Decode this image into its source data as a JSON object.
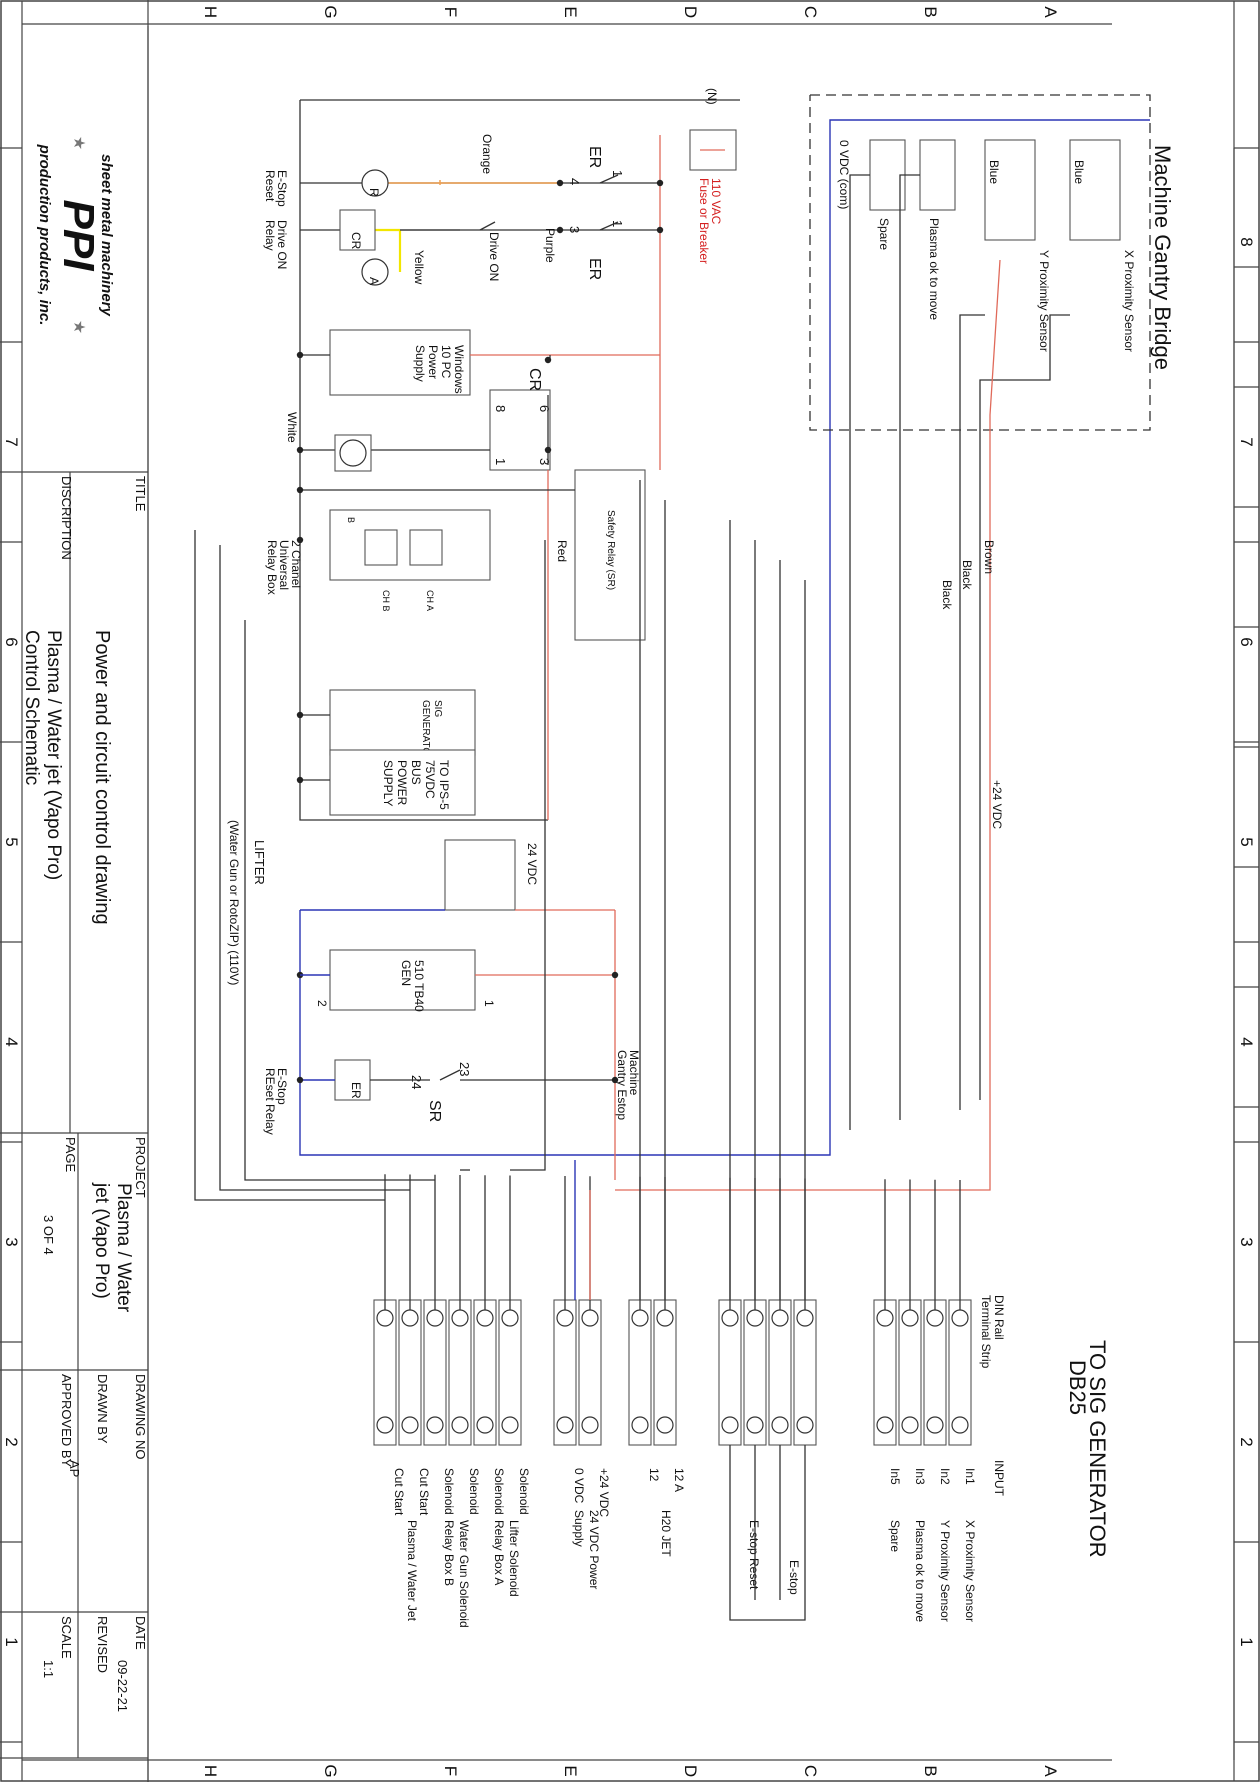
{
  "border": {
    "columns": [
      "1",
      "2",
      "3",
      "4",
      "5",
      "6",
      "7",
      "8"
    ],
    "rows": [
      "A",
      "B",
      "C",
      "D",
      "E",
      "F",
      "G",
      "H"
    ]
  },
  "title_block": {
    "company_line1": "sheet metal machinery",
    "company_logo": "PPI",
    "company_line2": "production products, inc.",
    "title_label": "TITLE",
    "title_value": "Power and circuit control drawing",
    "description_label": "DISCRIPTION",
    "description_line1": "Plasma / Water jet (Vapo Pro)",
    "description_line2": "Control Schematic",
    "project_label": "PROJECT",
    "project_line1": "Plasma / Water",
    "project_line2": "jet (Vapo Pro)",
    "page_label": "PAGE",
    "page_value": "3 OF 4",
    "drawing_no_label": "DRAWING NO",
    "drawn_by_label": "DRAWN BY",
    "drawn_by_value": "AP",
    "approved_by_label": "APPROVED BY",
    "date_label": "DATE",
    "date_value": "09-22-21",
    "revised_label": "REVISED",
    "scale_label": "SCALE",
    "scale_value": "1:1"
  },
  "schematic": {
    "neutral": "(N)",
    "fuse_line1": "110 VAC",
    "fuse_line2": "Fuse or Breaker",
    "er": "ER",
    "cr": "CR",
    "sr": "SR",
    "pins": {
      "p1": "1",
      "p2": "2",
      "p3": "3",
      "p4": "4",
      "p6": "6",
      "p8": "8",
      "p23": "23",
      "p24": "24"
    },
    "wires": {
      "orange": "Orange",
      "yellow": "Yellow",
      "purple": "Purple",
      "white": "White",
      "red": "Red",
      "brown": "Brown",
      "black": "Black",
      "blue": "Blue",
      "vdc24": "+24 VDC",
      "vdc0com": "0 VDC (com)"
    },
    "estop_reset_line1": "E-Stop",
    "estop_reset_line2": "Reset",
    "drive_on_relay_line1": "Drive ON",
    "drive_on_relay_line2": "Relay",
    "drive_on": "Drive ON",
    "lamp_r": "R",
    "lamp_a": "A",
    "windows_pc_line1": "Windows",
    "windows_pc_line2": "10 PC",
    "windows_pc_line3": "Power",
    "windows_pc_line4": "Supply",
    "relay_box_line1": "2 Chanel",
    "relay_box_line2": "Universal",
    "relay_box_line3": "Relay Box",
    "ch_a": "CH A",
    "ch_b": "CH B",
    "relay_b": "B",
    "safety_relay": "Safety Relay (SR)",
    "sig_gen_line1": "SIG",
    "sig_gen_line2": "GENERATOR",
    "ips_line1": "TO IPS-5",
    "ips_line2": "75VDC",
    "ips_line3": "BUS",
    "ips_line4": "POWER",
    "ips_line5": "SUPPLY",
    "psu24": "24 VDC",
    "tb40_line1": "510 TB40",
    "tb40_line2": "GEN",
    "gantry_estop_line1": "Machine",
    "gantry_estop_line2": "Gantry Estop",
    "estop_reset_relay_line1": "E-Stop",
    "estop_reset_relay_line2": "REset Relay",
    "lifter": "LIFTER",
    "lifter_sub": "(Water Gun or RotoZIP) (110V)",
    "gantry_title": "Machine Gantry Bridge",
    "x_sensor": "X Proximity Sensor",
    "y_sensor": "Y Proximity Sensor",
    "plasma_ok": "Plasma ok to move",
    "spare": "Spare"
  },
  "terminal": {
    "heading_line1": "TO SIG GENERATOR",
    "heading_line2": "DB25",
    "din_line1": "DIN Rail",
    "din_line2": "Terminal Strip",
    "input_label": "INPUT",
    "inputs": [
      {
        "pin": "In1",
        "name": "X Proximity Sensor"
      },
      {
        "pin": "In2",
        "name": "Y Proximity Sensor"
      },
      {
        "pin": "In3",
        "name": "Plasma ok to move"
      },
      {
        "pin": "In5",
        "name": "Spare"
      }
    ],
    "estop": "E-stop",
    "estop_reset": "E-stop Reset",
    "h20": {
      "a": "12 A",
      "b": "12",
      "name": "H20 JET"
    },
    "supply": {
      "a": "+24 VDC",
      "b": "0 VDC",
      "name_line1": "24 VDC Power",
      "name_line2": "Supply"
    },
    "lifter_group": {
      "a": "Solenoid",
      "b": "Solenoid",
      "name_line1": "Lifter Solenoid",
      "name_line2": "Relay Box A"
    },
    "gun_group": {
      "a": "Solenoid",
      "b": "Solenoid",
      "name_line1": "Water Gun Solenoid",
      "name_line2": "Relay Box B"
    },
    "cut_group": {
      "a": "Cut Start",
      "b": "Cut Start",
      "name": "Plasma / Water Jet"
    }
  }
}
